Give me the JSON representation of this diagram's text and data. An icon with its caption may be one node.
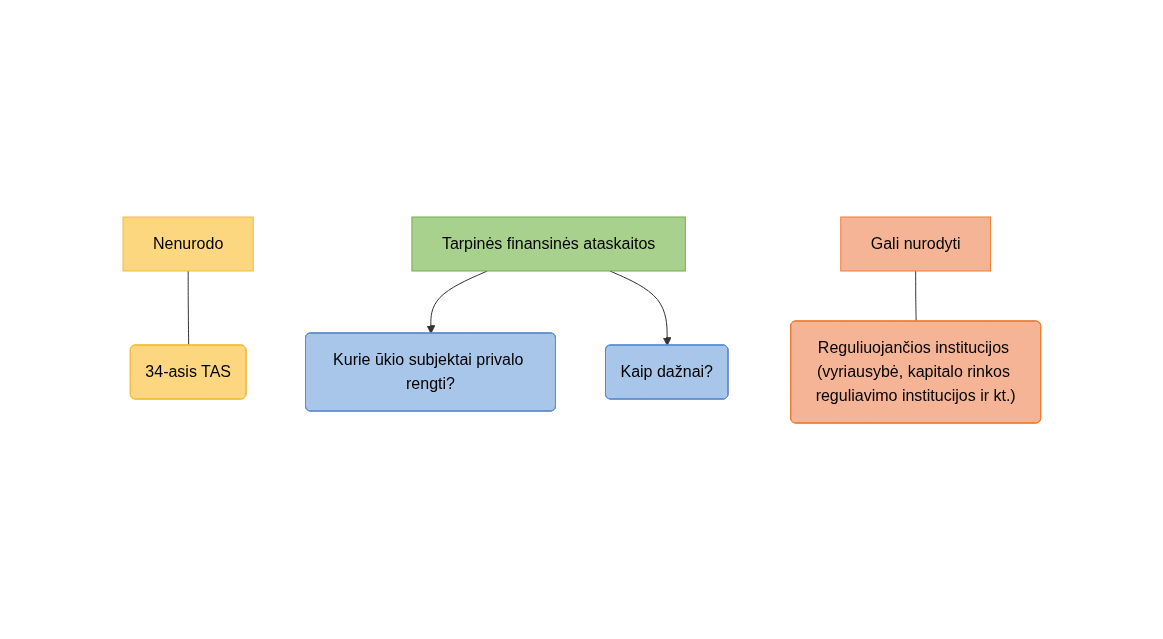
{
  "diagram": {
    "nodes": [
      {
        "text": [
          "Nenurodo"
        ]
      },
      {
        "text": [
          "34-asis TAS"
        ]
      },
      {
        "text": [
          "Kurie ūkio subjektai privalo rengti?"
        ]
      },
      {
        "text": [
          "Tarpinės finansinės ataskaitos"
        ]
      },
      {
        "text": [
          "Kaip dažnai?"
        ]
      },
      {
        "text": [
          "Reguliuojančios institucijos (vyriausybė, kapitalo rinkos reguliavimo institucijos ir kt.)"
        ]
      },
      {
        "text": [
          "Gali nurodyti"
        ]
      }
    ],
    "edges": [
      {
        "from": 0,
        "to": 1,
        "arrow": "none"
      },
      {
        "from": 3,
        "to": 2,
        "arrow": "to"
      },
      {
        "from": 3,
        "to": 4,
        "arrow": "to"
      },
      {
        "from": 6,
        "to": 5,
        "arrow": "none"
      }
    ]
  }
}
